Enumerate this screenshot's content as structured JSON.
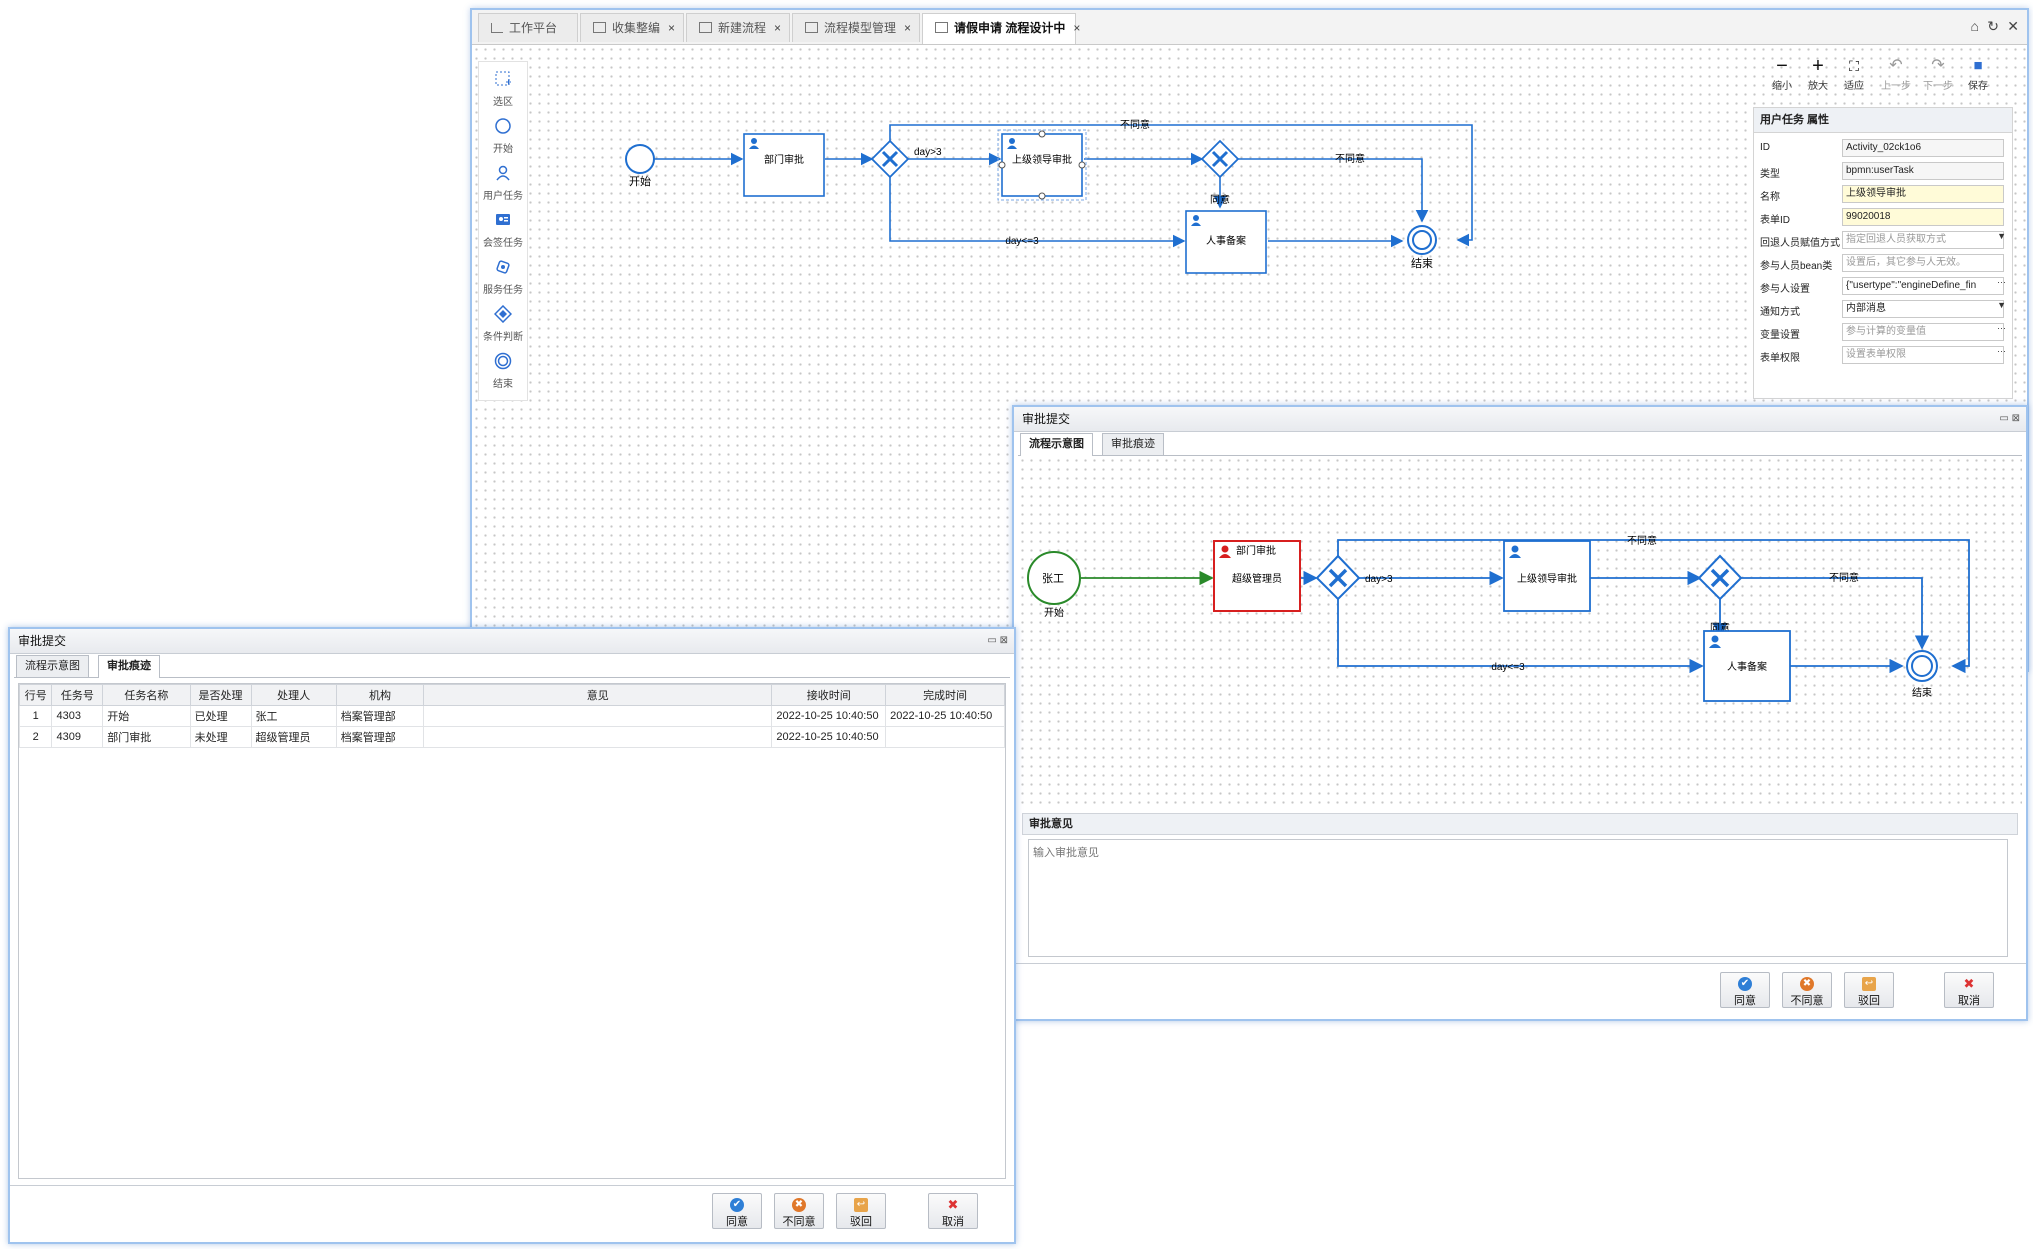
{
  "main": {
    "tabs": [
      {
        "label": "工作平台",
        "closable": false
      },
      {
        "label": "收集整编",
        "closable": true
      },
      {
        "label": "新建流程",
        "closable": true
      },
      {
        "label": "流程模型管理",
        "closable": true
      },
      {
        "label": "请假申请 流程设计中",
        "closable": true,
        "active": true
      }
    ],
    "palette": [
      {
        "label": "选区",
        "icon": "select-region-icon"
      },
      {
        "label": "开始",
        "icon": "start-event-icon"
      },
      {
        "label": "用户任务",
        "icon": "user-task-icon"
      },
      {
        "label": "会签任务",
        "icon": "countersign-task-icon"
      },
      {
        "label": "服务任务",
        "icon": "service-task-icon"
      },
      {
        "label": "条件判断",
        "icon": "gateway-icon"
      },
      {
        "label": "结束",
        "icon": "end-event-icon"
      }
    ],
    "toolbar": [
      {
        "label": "缩小",
        "icon": "zoom-out-icon",
        "enabled": true
      },
      {
        "label": "放大",
        "icon": "zoom-in-icon",
        "enabled": true
      },
      {
        "label": "适应",
        "icon": "fit-icon",
        "enabled": true
      },
      {
        "label": "上一步",
        "icon": "undo-icon",
        "enabled": false
      },
      {
        "label": "下一步",
        "icon": "redo-icon",
        "enabled": false
      },
      {
        "label": "保存",
        "icon": "save-icon",
        "enabled": true
      }
    ],
    "properties": {
      "title": "用户任务 属性",
      "rows": [
        {
          "label": "ID",
          "value": "Activity_02ck1o6",
          "kind": "readonly"
        },
        {
          "label": "类型",
          "value": "bpmn:userTask",
          "kind": "readonly"
        },
        {
          "label": "名称",
          "value": "上级领导审批",
          "kind": "required"
        },
        {
          "label": "表单ID",
          "value": "99020018",
          "kind": "required"
        },
        {
          "label": "回退人员赋值方式",
          "value": "指定回退人员获取方式",
          "kind": "select-placeholder"
        },
        {
          "label": "参与人员bean类",
          "value": "设置后，其它参与人无效。",
          "kind": "placeholder"
        },
        {
          "label": "参与人设置",
          "value": "{\"usertype\":\"engineDefine_fin",
          "kind": "more"
        },
        {
          "label": "通知方式",
          "value": "内部消息",
          "kind": "select"
        },
        {
          "label": "变量设置",
          "value": "参与计算的变量值",
          "kind": "more-placeholder"
        },
        {
          "label": "表单权限",
          "value": "设置表单权限",
          "kind": "more-placeholder"
        }
      ]
    },
    "diagram": {
      "start": "开始",
      "end": "结束",
      "dept": "部门审批",
      "leader": "上级领导审批",
      "hr": "人事备案",
      "day_gt": "day>3",
      "day_le": "day<=3",
      "disagree": "不同意",
      "agree": "同意"
    }
  },
  "right_dialog": {
    "title": "审批提交",
    "tabs": [
      "流程示意图",
      "审批痕迹"
    ],
    "diagram": {
      "start_user": "张工",
      "start": "开始",
      "end": "结束",
      "dept": "部门审批",
      "dept_assignee": "超级管理员",
      "leader": "上级领导审批",
      "hr": "人事备案",
      "day_gt": "day>3",
      "day_le": "day<=3",
      "disagree": "不同意",
      "agree": "同意"
    },
    "opinion_title": "审批意见",
    "opinion_placeholder": "输入审批意见",
    "buttons": [
      {
        "label": "同意",
        "icon": "check-icon",
        "color": "#2f7fd6"
      },
      {
        "label": "不同意",
        "icon": "cross-circle-icon",
        "color": "#e0782a"
      },
      {
        "label": "驳回",
        "icon": "return-icon",
        "color": "#e8a44a"
      },
      {
        "label": "取消",
        "icon": "cancel-icon",
        "color": "#d33"
      }
    ]
  },
  "left_dialog": {
    "title": "审批提交",
    "tabs": [
      "流程示意图",
      "审批痕迹"
    ],
    "columns": [
      "行号",
      "任务号",
      "任务名称",
      "是否处理",
      "处理人",
      "机构",
      "意见",
      "接收时间",
      "完成时间"
    ],
    "rows": [
      [
        "1",
        "4303",
        "开始",
        "已处理",
        "张工",
        "档案管理部",
        "",
        "2022-10-25 10:40:50",
        "2022-10-25 10:40:50"
      ],
      [
        "2",
        "4309",
        "部门审批",
        "未处理",
        "超级管理员",
        "档案管理部",
        "",
        "2022-10-25 10:40:50",
        ""
      ]
    ],
    "buttons": [
      {
        "label": "同意",
        "icon": "check-icon",
        "color": "#2f7fd6"
      },
      {
        "label": "不同意",
        "icon": "cross-circle-icon",
        "color": "#e0782a"
      },
      {
        "label": "驳回",
        "icon": "return-icon",
        "color": "#e8a44a"
      },
      {
        "label": "取消",
        "icon": "cancel-icon",
        "color": "#d33"
      }
    ]
  },
  "colors": {
    "accent": "#2f6fd1",
    "flow": "#1f6fd0",
    "current_task": "#d71f1f",
    "start_done": "#2a8a2a"
  }
}
